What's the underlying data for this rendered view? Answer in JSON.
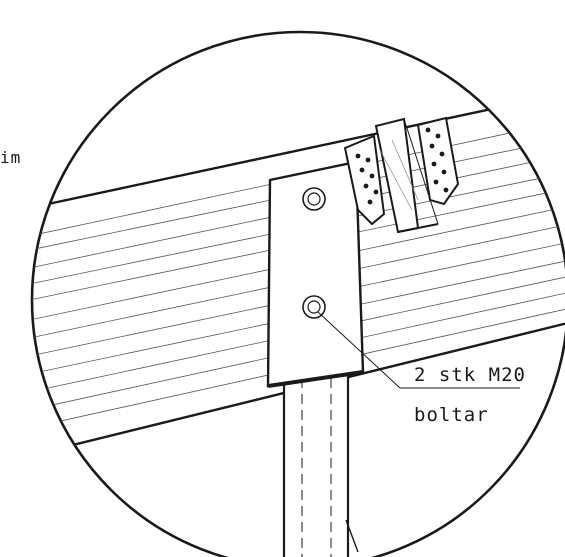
{
  "edge_text": "im",
  "annotation": {
    "line1": "2 stk M20",
    "line2": "boltar"
  },
  "colors": {
    "ink": "#1a1a1a",
    "paper": "#ffffff"
  }
}
